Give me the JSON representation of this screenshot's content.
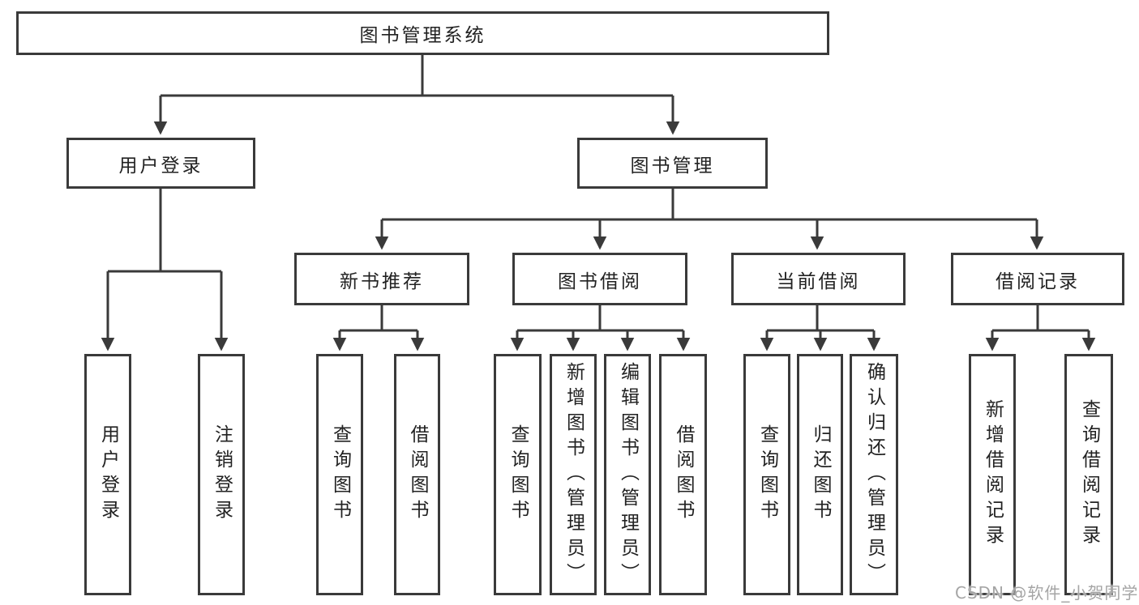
{
  "colors": {
    "background": "#ffffff",
    "line": "#3a3a3a",
    "box_border": "#3a3a3a",
    "text": "#222222",
    "watermark": "#a5a5a5"
  },
  "watermark": "CSDN @软件_小贺同学",
  "tree": {
    "root": {
      "label": "图书管理系统"
    },
    "branches": [
      {
        "label": "用户登录",
        "leaves": [
          {
            "label": "用户登录"
          },
          {
            "label": "注销登录"
          }
        ]
      },
      {
        "label": "图书管理",
        "groups": [
          {
            "label": "新书推荐",
            "leaves": [
              {
                "label": "查询图书"
              },
              {
                "label": "借阅图书"
              }
            ]
          },
          {
            "label": "图书借阅",
            "leaves": [
              {
                "label": "查询图书"
              },
              {
                "label": "新增图书（管理员）"
              },
              {
                "label": "编辑图书（管理员）"
              },
              {
                "label": "借阅图书"
              }
            ]
          },
          {
            "label": "当前借阅",
            "leaves": [
              {
                "label": "查询图书"
              },
              {
                "label": "归还图书"
              },
              {
                "label": "确认归还（管理员）"
              }
            ]
          },
          {
            "label": "借阅记录",
            "leaves": [
              {
                "label": "新增借阅记录"
              },
              {
                "label": "查询借阅记录"
              }
            ]
          }
        ]
      }
    ]
  }
}
